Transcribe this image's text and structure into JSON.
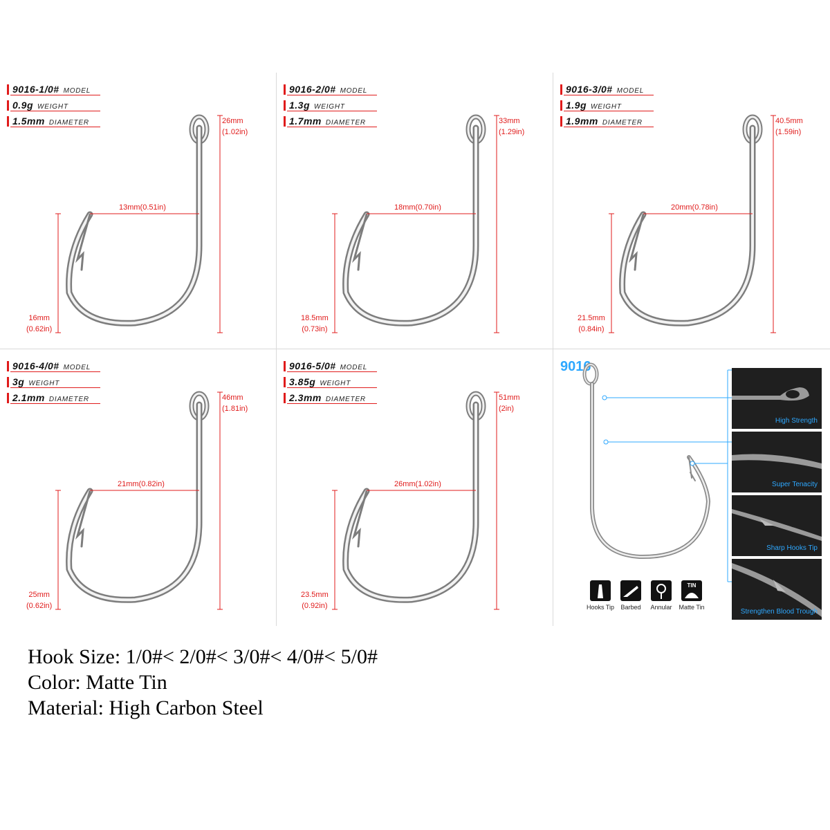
{
  "hooks": [
    {
      "model": "9016-1/0#",
      "model_label": "MODEL",
      "weight": "0.9g",
      "weight_label": "WEIGHT",
      "diameter": "1.5mm",
      "diameter_label": "DIAMETER",
      "length_mm": "26mm",
      "length_in": "(1.02in)",
      "gap": "13mm(0.51in)",
      "point_mm": "16mm",
      "point_in": "(0.62in)"
    },
    {
      "model": "9016-2/0#",
      "model_label": "MODEL",
      "weight": "1.3g",
      "weight_label": "WEIGHT",
      "diameter": "1.7mm",
      "diameter_label": "DIAMETER",
      "length_mm": "33mm",
      "length_in": "(1.29in)",
      "gap": "18mm(0.70in)",
      "point_mm": "18.5mm",
      "point_in": "(0.73in)"
    },
    {
      "model": "9016-3/0#",
      "model_label": "MODEL",
      "weight": "1.9g",
      "weight_label": "WEIGHT",
      "diameter": "1.9mm",
      "diameter_label": "DIAMETER",
      "length_mm": "40.5mm",
      "length_in": "(1.59in)",
      "gap": "20mm(0.78in)",
      "point_mm": "21.5mm",
      "point_in": "(0.84in)"
    },
    {
      "model": "9016-4/0#",
      "model_label": "MODEL",
      "weight": "3g",
      "weight_label": "WEIGHT",
      "diameter": "2.1mm",
      "diameter_label": "DIAMETER",
      "length_mm": "46mm",
      "length_in": "(1.81in)",
      "gap": "21mm(0.82in)",
      "point_mm": "25mm",
      "point_in": "(0.62in)"
    },
    {
      "model": "9016-5/0#",
      "model_label": "MODEL",
      "weight": "3.85g",
      "weight_label": "WEIGHT",
      "diameter": "2.3mm",
      "diameter_label": "DIAMETER",
      "length_mm": "51mm",
      "length_in": "(2in)",
      "gap": "26mm(1.02in)",
      "point_mm": "23.5mm",
      "point_in": "(0.92in)"
    }
  ],
  "feature_panel": {
    "title": "9016",
    "photos": [
      "High Strength",
      "Super Tenacity",
      "Sharp Hooks Tip",
      "Strengthen Blood Trough"
    ],
    "icons": [
      {
        "label": "Hooks Tip",
        "icon": "hook-tip-icon"
      },
      {
        "label": "Barbed",
        "icon": "barbed-icon"
      },
      {
        "label": "Annular",
        "icon": "annular-icon"
      },
      {
        "label": "Matte Tin",
        "icon": "matte-tin-icon",
        "badge": "TIN"
      }
    ],
    "accent": "#2ea8ff"
  },
  "description": {
    "hook_size": "Hook Size: 1/0#< 2/0#< 3/0#< 4/0#< 5/0#",
    "color": "Color: Matte Tin",
    "material": "Material: High Carbon Steel"
  },
  "colors": {
    "accent_red": "#e01b1b",
    "panel_dark": "#222222"
  }
}
